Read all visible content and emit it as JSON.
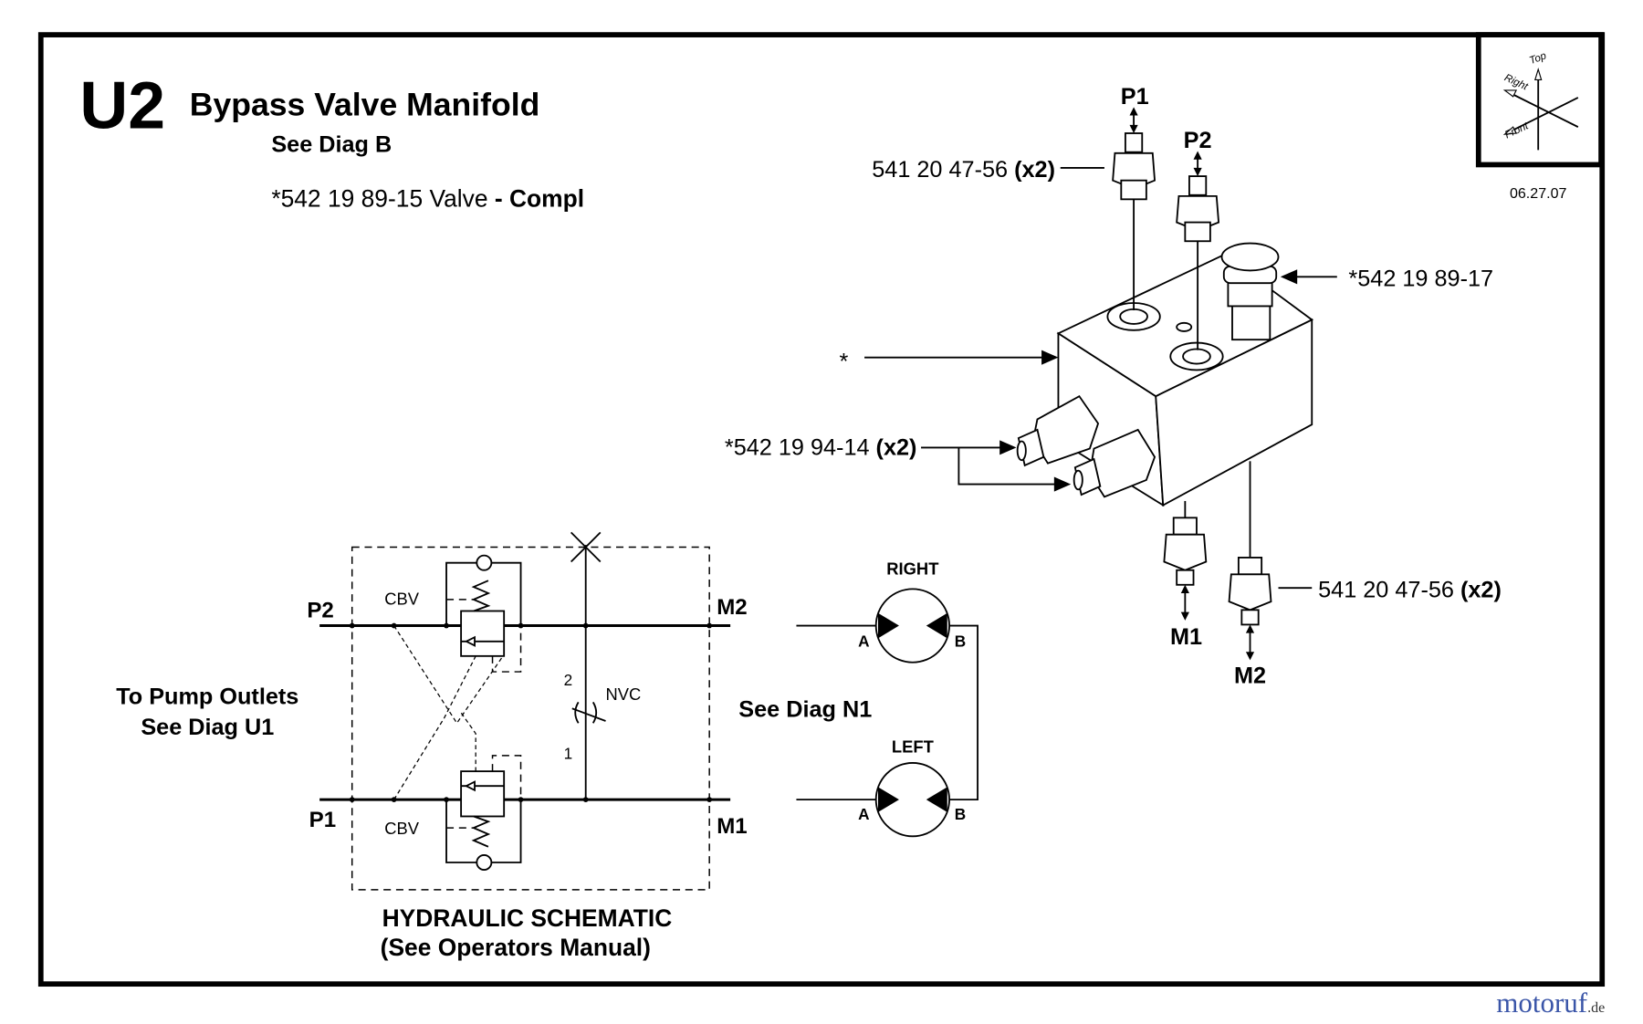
{
  "header": {
    "code": "U2",
    "title": "Bypass Valve Manifold",
    "subtitle": "See Diag B",
    "part_number": "*542 19 89-15 Valve",
    "part_suffix": " - Compl",
    "date": "06.27.07"
  },
  "orientation": {
    "top": "Top",
    "right": "Right",
    "front": "Front"
  },
  "manifold": {
    "ports": {
      "p1": "P1",
      "p2": "P2",
      "m1": "M1",
      "m2": "M2"
    },
    "callouts": {
      "fitting_top": "541 20 47-56",
      "fitting_top_qty": "(x2)",
      "knob": "*542 19 89-17",
      "block": "*",
      "side_fittings": "*542 19 94-14",
      "side_fittings_qty": "(x2)",
      "fitting_bottom": "541 20 47-56",
      "fitting_bottom_qty": "(x2)"
    }
  },
  "schematic": {
    "p2": "P2",
    "p1": "P1",
    "m2": "M2",
    "m1": "M1",
    "cbv_top": "CBV",
    "cbv_bottom": "CBV",
    "nvc": "NVC",
    "nvc_port2": "2",
    "nvc_port1": "1",
    "pump_note_1": "To Pump Outlets",
    "pump_note_2": "See Diag U1",
    "motor_note": "See Diag N1",
    "title": "HYDRAULIC SCHEMATIC",
    "subtitle": "(See Operators Manual)",
    "motor_right": "RIGHT",
    "motor_left": "LEFT",
    "port_a": "A",
    "port_b": "B"
  },
  "watermark": {
    "text": "motoruf",
    "suffix": ".de"
  }
}
